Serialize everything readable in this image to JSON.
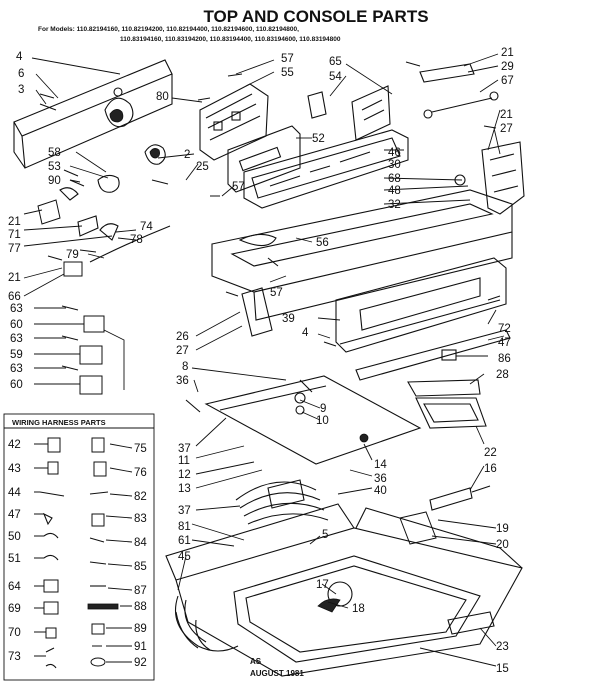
{
  "title": "TOP AND CONSOLE PARTS",
  "models_line1": "For Models: 110.82194160, 110.82194200, 110.82194400, 110.82194600, 110.82194800,",
  "models_line2": "110.83194160, 110.83194200, 110.83194400, 110.83194600, 110.83194800",
  "harness_title": "WIRING HARNESS PARTS",
  "footer_code": "AS",
  "footer_date": "AUGUST 1981",
  "callouts": [
    "4",
    "6",
    "3",
    "57",
    "55",
    "65",
    "54",
    "21",
    "29",
    "67",
    "80",
    "52",
    "2",
    "58",
    "53",
    "90",
    "25",
    "57",
    "46",
    "30",
    "68",
    "48",
    "32",
    "21",
    "27",
    "21",
    "71",
    "77",
    "74",
    "78",
    "79",
    "56",
    "57",
    "21",
    "66",
    "63",
    "60",
    "63",
    "59",
    "63",
    "60",
    "26",
    "27",
    "39",
    "4",
    "72",
    "47",
    "86",
    "8",
    "36",
    "9",
    "10",
    "28",
    "37",
    "11",
    "12",
    "13",
    "14",
    "36",
    "40",
    "22",
    "16",
    "37",
    "81",
    "61",
    "45",
    "5",
    "19",
    "20",
    "17",
    "18",
    "23",
    "15",
    "42",
    "43",
    "44",
    "47",
    "50",
    "51",
    "64",
    "69",
    "70",
    "73",
    "75",
    "76",
    "82",
    "83",
    "84",
    "85",
    "87",
    "88",
    "89",
    "91",
    "92"
  ],
  "colors": {
    "line": "#111111",
    "background": "#ffffff"
  }
}
